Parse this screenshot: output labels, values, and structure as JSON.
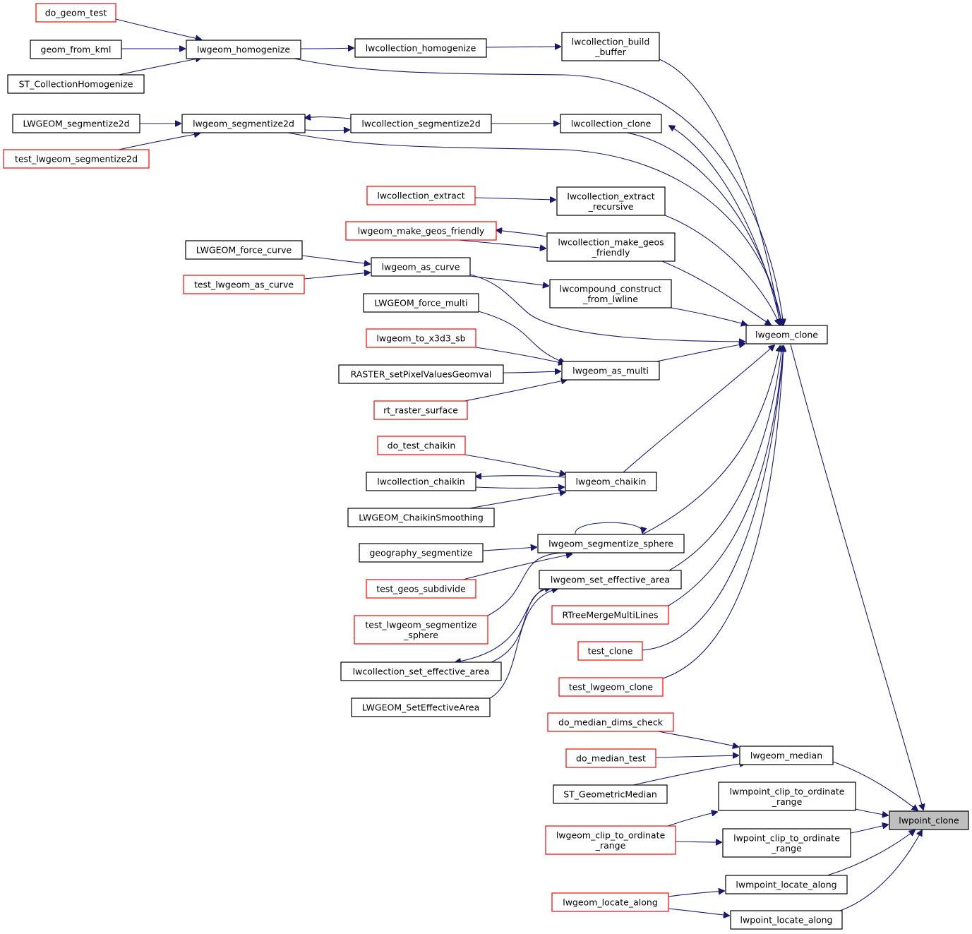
{
  "title": "",
  "colors": {
    "edge": "#191970",
    "red_border": "#ff0000",
    "black_border": "#000000",
    "root_fill": "#bfbfbf"
  },
  "nodes": {
    "lwpoint_clone": {
      "label": [
        "lwpoint_clone"
      ],
      "style": "root"
    },
    "lwgeom_clone": {
      "label": [
        "lwgeom_clone"
      ],
      "style": "black"
    },
    "lwgeom_median": {
      "label": [
        "lwgeom_median"
      ],
      "style": "black"
    },
    "lwmpoint_clip": {
      "label": [
        "lwmpoint_clip_to_ordinate",
        "_range"
      ],
      "style": "black"
    },
    "lwpoint_clip": {
      "label": [
        "lwpoint_clip_to_ordinate",
        "_range"
      ],
      "style": "black"
    },
    "lwmpoint_locate": {
      "label": [
        "lwmpoint_locate_along"
      ],
      "style": "black"
    },
    "lwpoint_locate": {
      "label": [
        "lwpoint_locate_along"
      ],
      "style": "black"
    },
    "do_median_dims": {
      "label": [
        "do_median_dims_check"
      ],
      "style": "red"
    },
    "do_median_test": {
      "label": [
        "do_median_test"
      ],
      "style": "red"
    },
    "st_geomedian": {
      "label": [
        "ST_GeometricMedian"
      ],
      "style": "black"
    },
    "lwgeom_clip": {
      "label": [
        "lwgeom_clip_to_ordinate",
        "_range"
      ],
      "style": "red"
    },
    "lwgeom_locate": {
      "label": [
        "lwgeom_locate_along"
      ],
      "style": "red"
    },
    "lwcoll_build_buffer": {
      "label": [
        "lwcollection_build",
        "_buffer"
      ],
      "style": "black"
    },
    "lwcoll_homogenize": {
      "label": [
        "lwcollection_homogenize"
      ],
      "style": "black"
    },
    "lwgeom_homogenize": {
      "label": [
        "lwgeom_homogenize"
      ],
      "style": "black"
    },
    "do_geom_test": {
      "label": [
        "do_geom_test"
      ],
      "style": "red"
    },
    "geom_from_kml": {
      "label": [
        "geom_from_kml"
      ],
      "style": "black"
    },
    "st_collhomog": {
      "label": [
        "ST_CollectionHomogenize"
      ],
      "style": "black"
    },
    "lwcoll_clone": {
      "label": [
        "lwcollection_clone"
      ],
      "style": "black"
    },
    "lwcoll_segmentize2d": {
      "label": [
        "lwcollection_segmentize2d"
      ],
      "style": "black"
    },
    "lwgeom_segmentize2d": {
      "label": [
        "lwgeom_segmentize2d"
      ],
      "style": "black"
    },
    "LWGEOM_segmentize2d": {
      "label": [
        "LWGEOM_segmentize2d"
      ],
      "style": "black"
    },
    "test_segmentize2d": {
      "label": [
        "test_lwgeom_segmentize2d"
      ],
      "style": "red"
    },
    "lwcoll_extract_rec": {
      "label": [
        "lwcollection_extract",
        "_recursive"
      ],
      "style": "black"
    },
    "lwcoll_extract": {
      "label": [
        "lwcollection_extract"
      ],
      "style": "red"
    },
    "lwcoll_make_geos": {
      "label": [
        "lwcollection_make_geos",
        "_friendly"
      ],
      "style": "black"
    },
    "lwgeom_make_geos": {
      "label": [
        "lwgeom_make_geos_friendly"
      ],
      "style": "red"
    },
    "lwcompound_construct": {
      "label": [
        "lwcompound_construct",
        "_from_lwline"
      ],
      "style": "black"
    },
    "lwgeom_as_curve": {
      "label": [
        "lwgeom_as_curve"
      ],
      "style": "black"
    },
    "LWGEOM_force_curve": {
      "label": [
        "LWGEOM_force_curve"
      ],
      "style": "black"
    },
    "test_as_curve": {
      "label": [
        "test_lwgeom_as_curve"
      ],
      "style": "red"
    },
    "lwgeom_as_multi": {
      "label": [
        "lwgeom_as_multi"
      ],
      "style": "black"
    },
    "LWGEOM_force_multi": {
      "label": [
        "LWGEOM_force_multi"
      ],
      "style": "black"
    },
    "lwgeom_to_x3d3_sb": {
      "label": [
        "lwgeom_to_x3d3_sb"
      ],
      "style": "red"
    },
    "raster_setpixel": {
      "label": [
        "RASTER_setPixelValuesGeomval"
      ],
      "style": "black"
    },
    "rt_raster_surface": {
      "label": [
        "rt_raster_surface"
      ],
      "style": "red"
    },
    "lwgeom_chaikin": {
      "label": [
        "lwgeom_chaikin"
      ],
      "style": "black"
    },
    "do_test_chaikin": {
      "label": [
        "do_test_chaikin"
      ],
      "style": "red"
    },
    "lwcoll_chaikin": {
      "label": [
        "lwcollection_chaikin"
      ],
      "style": "black"
    },
    "LWGEOM_chaikin": {
      "label": [
        "LWGEOM_ChaikinSmoothing"
      ],
      "style": "black"
    },
    "lwgeom_seg_sphere": {
      "label": [
        "lwgeom_segmentize_sphere"
      ],
      "style": "black"
    },
    "geography_segmentize": {
      "label": [
        "geography_segmentize"
      ],
      "style": "black"
    },
    "test_geos_subdivide": {
      "label": [
        "test_geos_subdivide"
      ],
      "style": "red"
    },
    "test_seg_sphere": {
      "label": [
        "test_lwgeom_segmentize",
        "_sphere"
      ],
      "style": "red"
    },
    "lwgeom_set_eff": {
      "label": [
        "lwgeom_set_effective_area"
      ],
      "style": "black"
    },
    "lwcoll_set_eff": {
      "label": [
        "lwcollection_set_effective_area"
      ],
      "style": "black"
    },
    "LWGEOM_SetEff": {
      "label": [
        "LWGEOM_SetEffectiveArea"
      ],
      "style": "black"
    },
    "rtree_merge": {
      "label": [
        "RTreeMergeMultiLines"
      ],
      "style": "red"
    },
    "test_clone": {
      "label": [
        "test_clone"
      ],
      "style": "red"
    },
    "test_lwgeom_clone": {
      "label": [
        "test_lwgeom_clone"
      ],
      "style": "red"
    }
  }
}
